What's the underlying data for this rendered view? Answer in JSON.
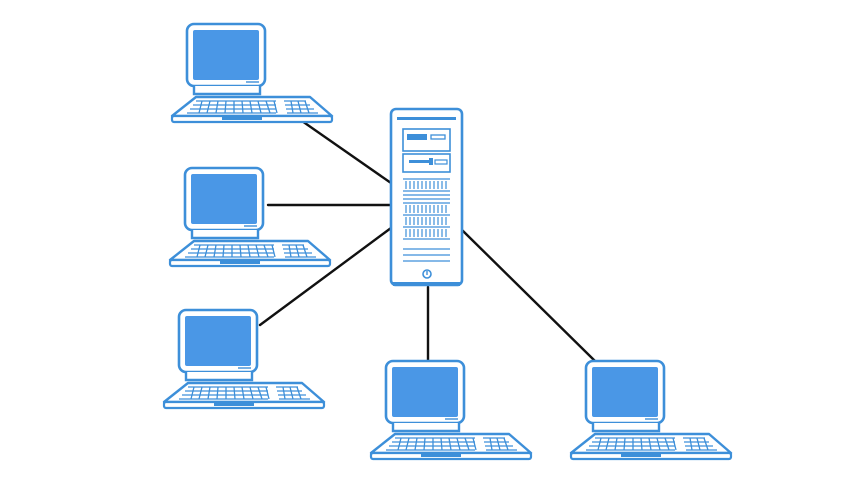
{
  "diagram": {
    "topology": "star",
    "hub": {
      "kind": "server-tower",
      "icon": "server-icon"
    },
    "nodes": [
      {
        "kind": "workstation",
        "icon": "computer-icon"
      },
      {
        "kind": "workstation",
        "icon": "computer-icon"
      },
      {
        "kind": "workstation",
        "icon": "computer-icon"
      },
      {
        "kind": "workstation",
        "icon": "computer-icon"
      },
      {
        "kind": "workstation",
        "icon": "computer-icon"
      }
    ],
    "links": [
      {
        "from": "hub",
        "to": 0
      },
      {
        "from": "hub",
        "to": 1
      },
      {
        "from": "hub",
        "to": 2
      },
      {
        "from": "hub",
        "to": 3
      },
      {
        "from": "hub",
        "to": 4
      }
    ]
  },
  "colors": {
    "outline": "#3d8fd9",
    "screen": "#4a97e6",
    "fill": "#ffffff",
    "link": "#111111"
  }
}
